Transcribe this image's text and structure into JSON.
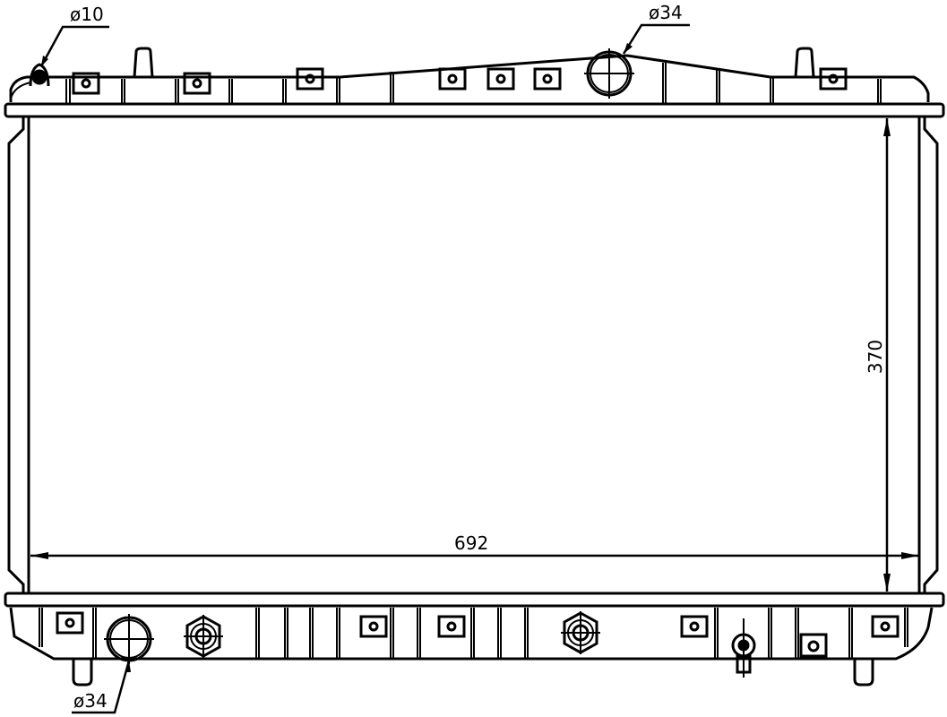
{
  "drawing": {
    "subject": "radiator",
    "line_color": "#000000",
    "background": "#ffffff"
  },
  "dimensions": {
    "width": "692",
    "height": "370",
    "top_small_port": "ø10",
    "top_large_port": "ø34",
    "bottom_large_port": "ø34"
  }
}
